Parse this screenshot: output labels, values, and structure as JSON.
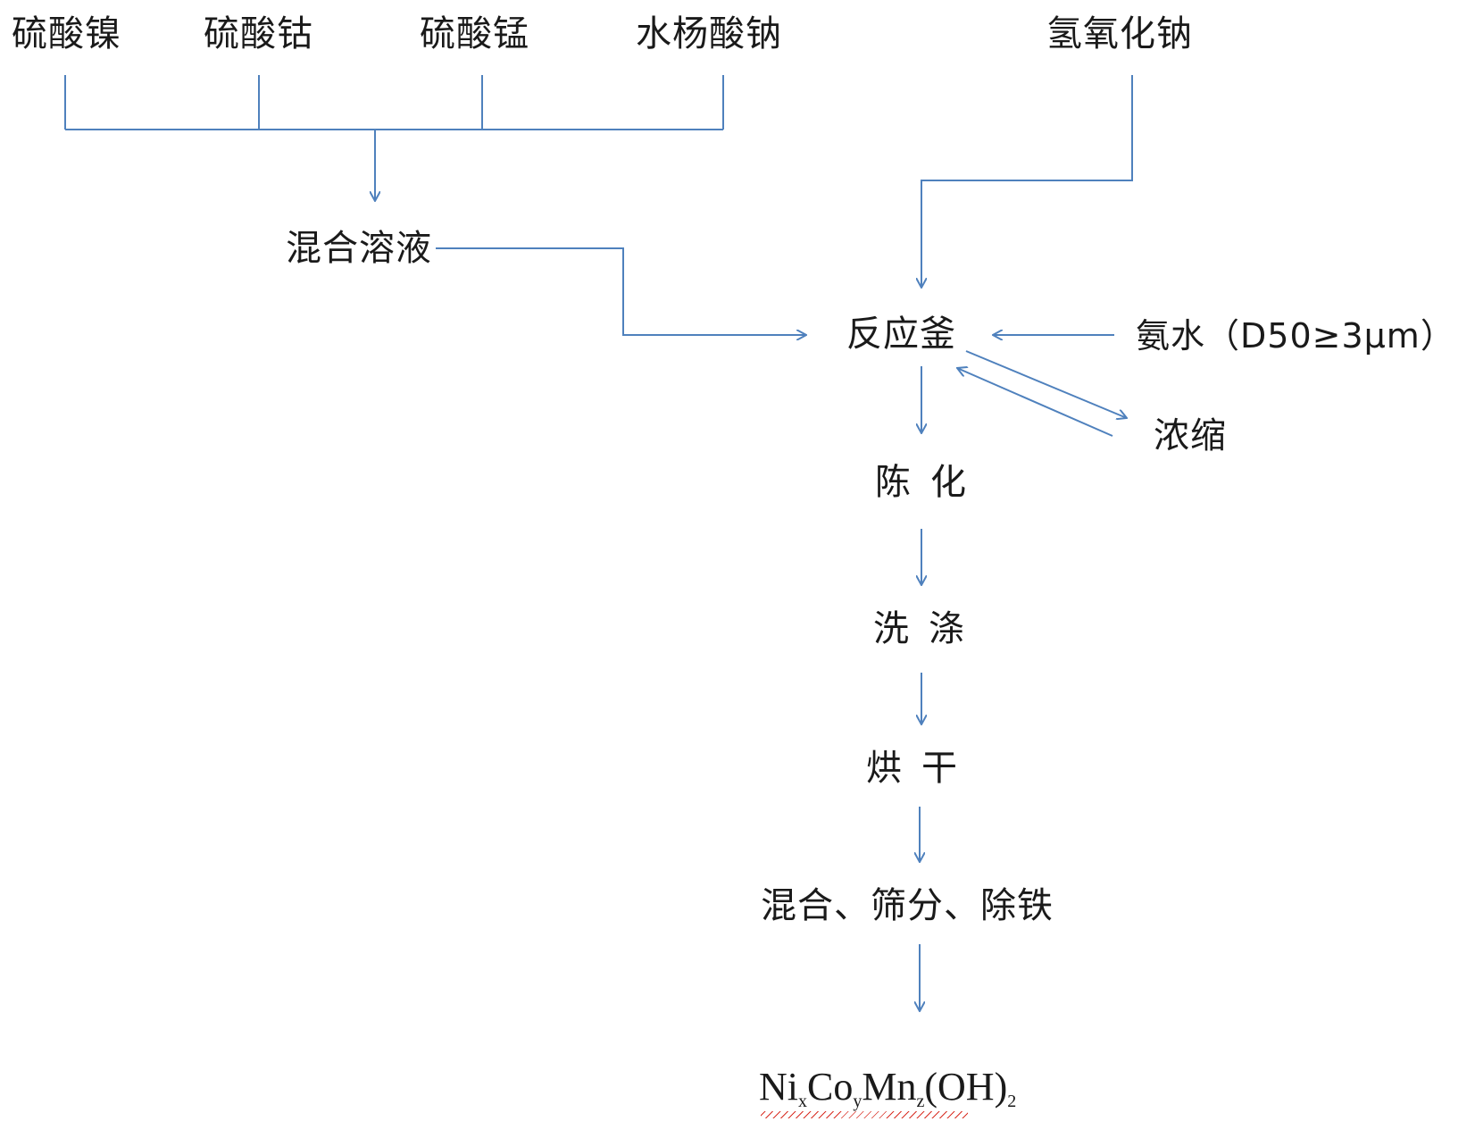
{
  "inputs": {
    "nickel_sulfate": "硫酸镍",
    "cobalt_sulfate": "硫酸钴",
    "manganese_sulfate": "硫酸锰",
    "sodium_salicylate": "水杨酸钠",
    "sodium_hydroxide": "氢氧化钠",
    "ammonia": "氨水（D50≥3μm）"
  },
  "steps": {
    "mixed_solution": "混合溶液",
    "reactor": "反应釜",
    "concentration": "浓缩",
    "aging": "陈化",
    "washing": "洗涤",
    "drying": "烘干",
    "mix_sieve_iron_removal": "混合、筛分、除铁"
  },
  "product": {
    "ni": "Ni",
    "x": "x",
    "co": "Co",
    "y": "y",
    "mn": "Mn",
    "z": "z",
    "tail": "(OH)",
    "two": "2"
  },
  "colors": {
    "line": "#4f81bd",
    "text": "#1a1a1a",
    "spellcheck": "#d93025"
  }
}
